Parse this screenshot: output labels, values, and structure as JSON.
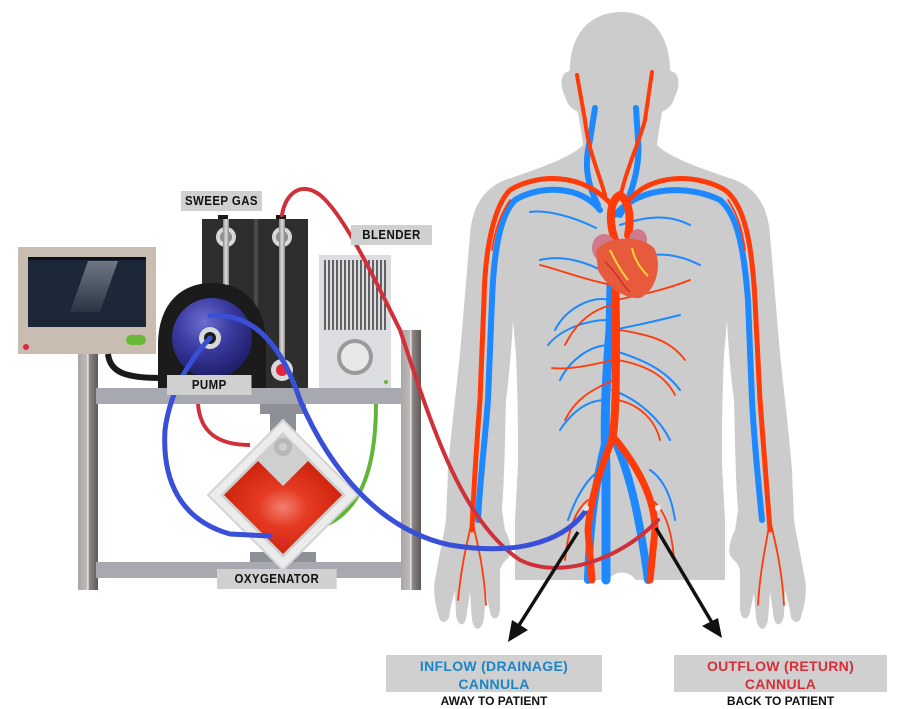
{
  "diagram": {
    "title": "ECMO circuit diagram",
    "colors": {
      "artery": "#ff3b0a",
      "vein": "#1e88ff",
      "drainage_tube": "#3a4fd8",
      "return_tube": "#d0303a",
      "gas_tube": "#62b53a",
      "body": "#cccccc",
      "label_bg": "#d0d0d0",
      "inflow_text": "#1a86c8",
      "outflow_text": "#d62f37"
    },
    "components": {
      "sweep_gas": {
        "label": "SWEEP GAS",
        "icon": "flowmeter-icon"
      },
      "blender": {
        "label": "BLENDER",
        "icon": "gas-blender-icon"
      },
      "pump": {
        "label": "PUMP",
        "icon": "centrifugal-pump-icon"
      },
      "oxygenator": {
        "label": "OXYGENATOR",
        "icon": "oxygenator-icon"
      },
      "monitor": {
        "icon": "monitor-icon"
      }
    },
    "cannulas": {
      "inflow": {
        "title": "INFLOW (DRAINAGE) CANNULA",
        "subtitle": "AWAY TO PATIENT"
      },
      "outflow": {
        "title": "OUTFLOW (RETURN) CANNULA",
        "subtitle": "BACK TO PATIENT"
      }
    },
    "patient": {
      "icon": "human-circulatory-system-icon",
      "heart_icon": "heart-icon"
    }
  }
}
